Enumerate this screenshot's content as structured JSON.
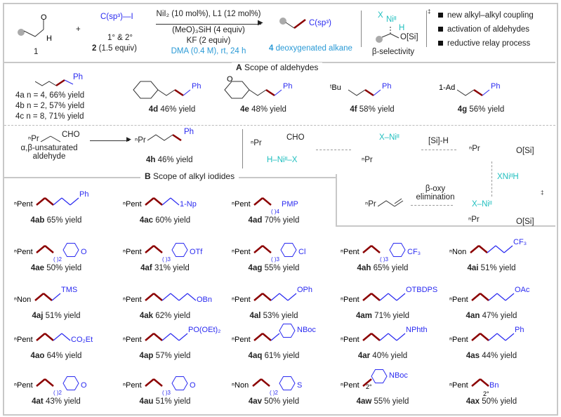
{
  "header": {
    "cmpd1": "1",
    "plus": "+",
    "reagent2": "C(sp³)—I",
    "reagent2_scope": "1° & 2°",
    "reagent2_label": "2",
    "reagent2_equiv": "(1.5 equiv)",
    "cond1": "NiI₂ (10 mol%), L1 (12 mol%)",
    "cond2": "(MeO)₃SiH (4 equiv)",
    "cond3": "KF (2 equiv)",
    "cond4": "DMA (0.4 M), rt, 24 h",
    "product_group": "C(sp³)",
    "product_label": "4",
    "product_desc": "deoxygenated alkane",
    "ts_x": "X",
    "ts_ni": "Niᴵᴵ",
    "ts_h": "H",
    "ts_osi": "O[Si]",
    "ts_dagger": "‡",
    "ts_caption": "β-selectivity",
    "bullets": [
      "new alkyl–alkyl coupling",
      "activation of aldehydes",
      "reductive relay process"
    ]
  },
  "sectionA": {
    "letter": "A",
    "title": "Scope of aldehydes",
    "n_series": [
      "4a n = 4, 66% yield",
      "4b n = 2, 57% yield",
      "4c n = 8, 71% yield"
    ],
    "items": [
      {
        "id": "4d",
        "yield": "46% yield"
      },
      {
        "id": "4e",
        "yield": "48% yield"
      },
      {
        "id": "4f",
        "yield": "58% yield",
        "left": "ᵗBu"
      },
      {
        "id": "4g",
        "yield": "56% yield",
        "left": "1-Ad"
      }
    ],
    "ph": "Ph",
    "enal_left": "ⁿPr",
    "enal_right": "CHO",
    "enal_caption": "α,β-unsaturated aldehyde",
    "h_id": "4h",
    "h_yield": "46% yield"
  },
  "mechanism": {
    "step1": "[Si]-H",
    "step2": "XNiᴵᴵH",
    "step3": "β-oxy elimination",
    "osi": "O[Si]",
    "npr": "ⁿPr",
    "cho": "CHO",
    "hnix": "H–Niᴵᴵ–X",
    "xni": "X–Niᴵᴵ",
    "dagger": "‡"
  },
  "sectionB": {
    "letter": "B",
    "title": "Scope of alkyl iodides",
    "compounds": [
      {
        "id": "4ab",
        "yield": "65% yield",
        "left": "ⁿPent",
        "chain": 5,
        "right": "Ph"
      },
      {
        "id": "4ac",
        "yield": "60% yield",
        "left": "ⁿPent",
        "chain": 4,
        "right": "1-Np"
      },
      {
        "id": "4ad",
        "yield": "70% yield",
        "left": "ⁿPent",
        "chain": 2,
        "sub": "4",
        "right": "PMP"
      },
      {
        "id": "4ae",
        "yield": "50% yield",
        "left": "ⁿPent",
        "chain": 2,
        "sub": "2",
        "ring": true,
        "right": "O"
      },
      {
        "id": "4af",
        "yield": "31% yield",
        "left": "ⁿPent",
        "chain": 2,
        "sub": "3",
        "ring": true,
        "right": "OTf"
      },
      {
        "id": "4ag",
        "yield": "55% yield",
        "left": "ⁿPent",
        "chain": 2,
        "sub": "3",
        "ring": true,
        "right": "Cl"
      },
      {
        "id": "4ah",
        "yield": "65% yield",
        "left": "ⁿPent",
        "chain": 2,
        "sub": "3",
        "ring": true,
        "right": "CF₃"
      },
      {
        "id": "4ai",
        "yield": "51% yield",
        "left": "ⁿNon",
        "chain": 5,
        "right": "CF₃"
      },
      {
        "id": "4aj",
        "yield": "51% yield",
        "left": "ⁿNon",
        "chain": 3,
        "right": "TMS"
      },
      {
        "id": "4ak",
        "yield": "62% yield",
        "left": "ⁿPent",
        "chain": 6,
        "right": "OBn"
      },
      {
        "id": "4al",
        "yield": "53% yield",
        "left": "ⁿPent",
        "chain": 5,
        "right": "OPh"
      },
      {
        "id": "4am",
        "yield": "71% yield",
        "left": "ⁿPent",
        "chain": 5,
        "right": "OTBDPS"
      },
      {
        "id": "4an",
        "yield": "47% yield",
        "left": "ⁿPent",
        "chain": 5,
        "right": "OAc"
      },
      {
        "id": "4ao",
        "yield": "64% yield",
        "left": "ⁿPent",
        "chain": 4,
        "right": "CO₂Et"
      },
      {
        "id": "4ap",
        "yield": "57% yield",
        "left": "ⁿPent",
        "chain": 5,
        "right": "PO(OEt)₂"
      },
      {
        "id": "4aq",
        "yield": "61% yield",
        "left": "ⁿPent",
        "chain": 3,
        "ring": true,
        "right": "NBoc"
      },
      {
        "id": "4ar",
        "yield": "40% yield",
        "left": "ⁿPent",
        "chain": 5,
        "right": "NPhth"
      },
      {
        "id": "4as",
        "yield": "44% yield",
        "left": "ⁿPent",
        "chain": 5,
        "right": "Ph"
      },
      {
        "id": "4at",
        "yield": "43% yield",
        "left": "ⁿPent",
        "chain": 2,
        "sub": "2",
        "ring": true,
        "right": "O"
      },
      {
        "id": "4au",
        "yield": "51% yield",
        "left": "ⁿPent",
        "chain": 2,
        "sub": "3",
        "ring": true,
        "right": "O"
      },
      {
        "id": "4av",
        "yield": "50% yield",
        "left": "ⁿNon",
        "chain": 2,
        "sub": "2",
        "ring": true,
        "right": "S"
      },
      {
        "id": "4aw",
        "yield": "55% yield",
        "left": "ⁿPent",
        "chain": 1,
        "ring": true,
        "mark": "2°",
        "right": "NBoc"
      },
      {
        "id": "4ax",
        "yield": "50% yield",
        "left": "ⁿPent",
        "chain": 2,
        "mark": "2°",
        "right": "Bn"
      }
    ]
  }
}
